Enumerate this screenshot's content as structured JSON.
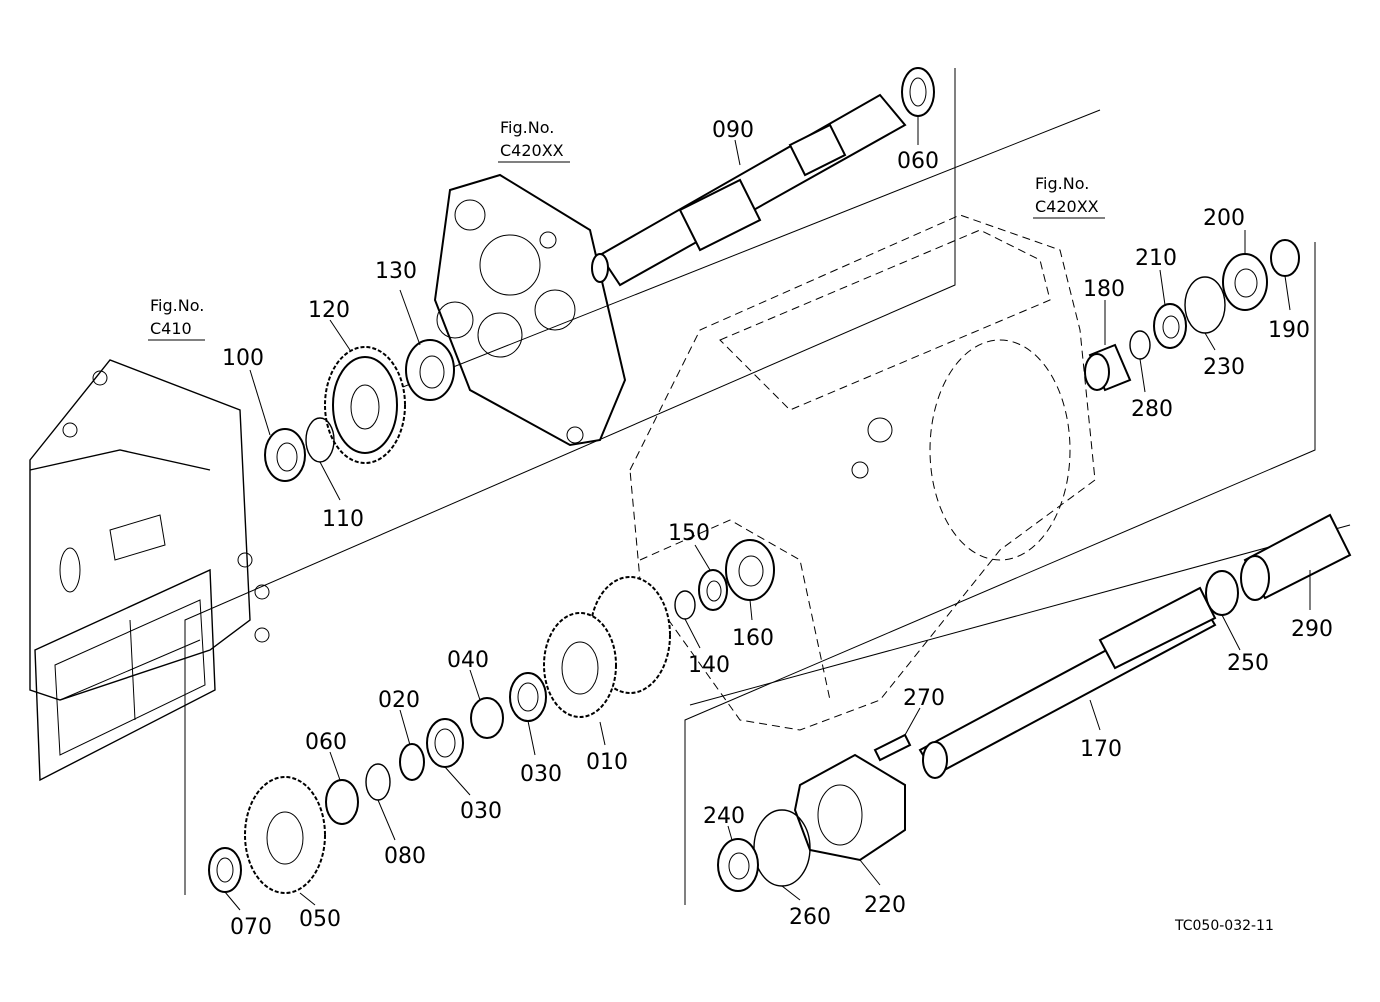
{
  "diagram": {
    "code": "TC050-032-11",
    "fig_refs": [
      {
        "id": "fig-c420xx-top",
        "line1": "Fig.No.",
        "line2": "C420XX"
      },
      {
        "id": "fig-c420xx-right",
        "line1": "Fig.No.",
        "line2": "C420XX"
      },
      {
        "id": "fig-c410",
        "line1": "Fig.No.",
        "line2": "C410"
      }
    ],
    "labels": {
      "p090": "090",
      "p060a": "060",
      "p130": "130",
      "p120": "120",
      "p100": "100",
      "p110": "110",
      "p180": "180",
      "p210": "210",
      "p200": "200",
      "p190": "190",
      "p230": "230",
      "p280": "280",
      "p150": "150",
      "p160": "160",
      "p140": "140",
      "p010": "010",
      "p030a": "030",
      "p040": "040",
      "p020": "020",
      "p030b": "030",
      "p060b": "060",
      "p080": "080",
      "p050": "050",
      "p070": "070",
      "p270": "270",
      "p170": "170",
      "p250": "250",
      "p290": "290",
      "p240": "240",
      "p260": "260",
      "p220": "220"
    }
  }
}
